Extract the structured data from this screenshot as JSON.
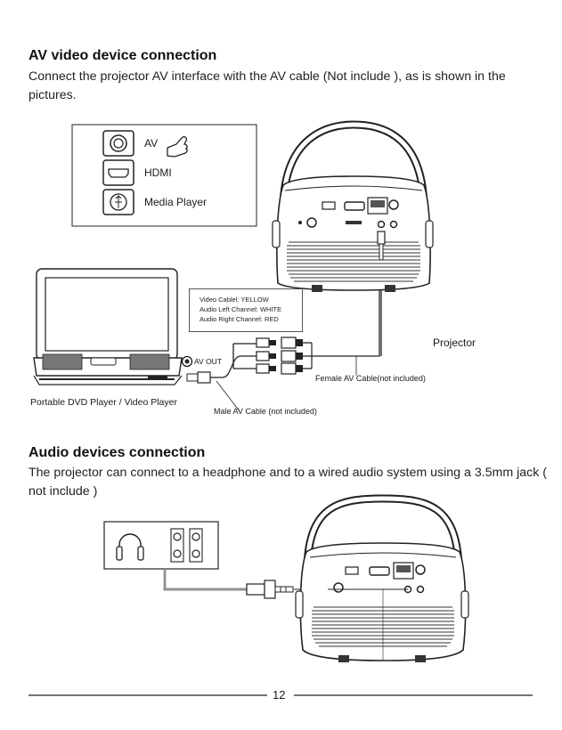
{
  "section1": {
    "title": "AV video device connection",
    "text": "Connect the projector AV interface with the AV cable (Not include ), as is shown in the pictures."
  },
  "legend": {
    "av": "AV",
    "hdmi": "HDMI",
    "media_player": "Media Player"
  },
  "cable_info": [
    "Video Cablel: YELLOW",
    "Audio Left Channel: WHITE",
    "Audio Right Channel: RED"
  ],
  "labels": {
    "av_out": "AV OUT",
    "projector": "Projector",
    "female_cable": "Female AV Cable(not included)",
    "male_cable": "Male AV Cable (not included)",
    "dvd_player": "Portable DVD Player / Video Player"
  },
  "section2": {
    "title": "Audio devices connection",
    "text": "The projector can connect to a headphone and to a wired audio system using a 3.5mm jack ( not include )"
  },
  "footer": {
    "page_number": "12"
  },
  "icons": [
    "av-port-icon",
    "hand-pointer-icon",
    "hdmi-port-icon",
    "usb-media-icon",
    "headphone-icon",
    "speaker-jack-icon"
  ]
}
